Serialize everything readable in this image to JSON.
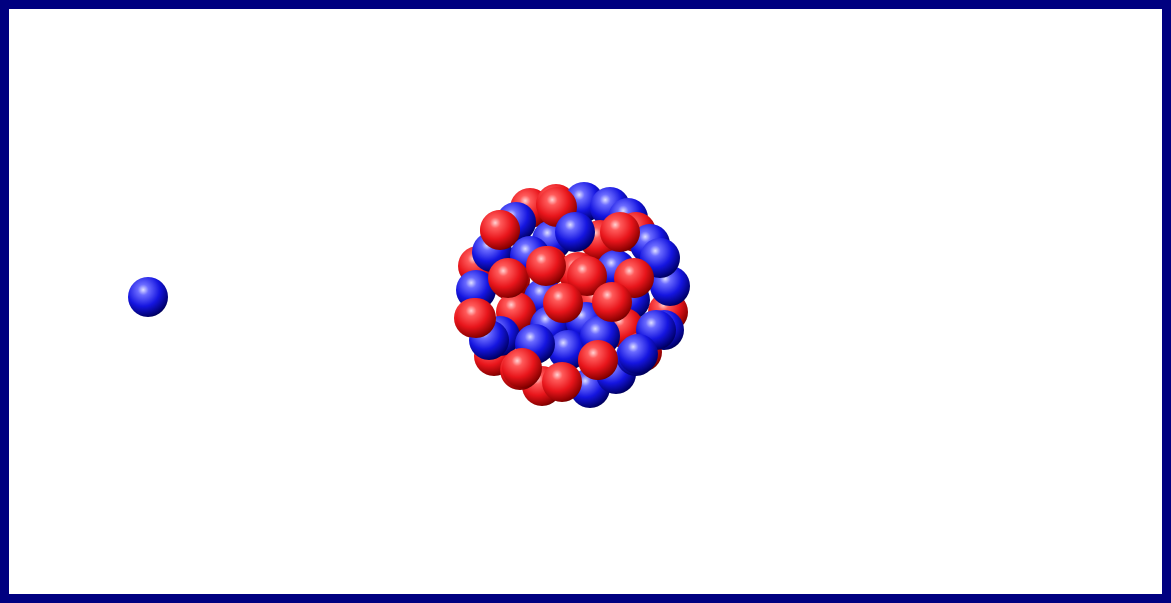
{
  "scene": {
    "frame_color": "#000080",
    "background_color": "#ffffff",
    "proton_color": "#e8151b",
    "neutron_color": "#1515e0"
  },
  "nucleus": {
    "protons": 30,
    "neutrons": 30
  },
  "free_particle": {
    "kind": "neutron"
  }
}
